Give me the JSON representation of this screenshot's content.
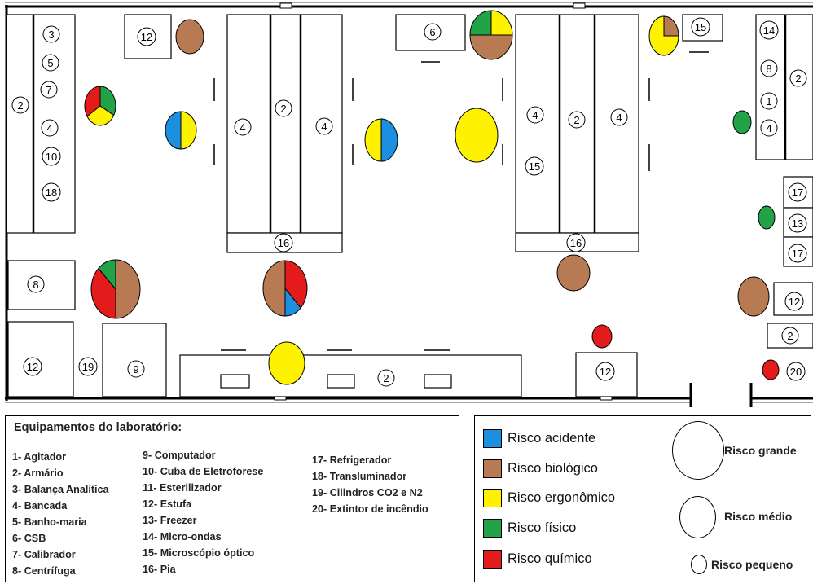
{
  "legend_equipment": {
    "title": "Equipamentos do laboratório:",
    "col1": [
      "1- Agitador",
      "2- Armário",
      "3- Balança Analítica",
      "4- Bancada",
      "5- Banho-maria",
      "6- CSB",
      "7- Calibrador",
      "8- Centrífuga"
    ],
    "col2": [
      "9- Computador",
      "10- Cuba de Eletroforese",
      "11- Esterilizador",
      "12- Estufa",
      "13- Freezer",
      "14- Micro-ondas",
      "15- Microscópio óptico",
      "16- Pia"
    ],
    "col3": [
      "17- Refrigerador",
      "18- Transluminador",
      "19- Cilindros CO2 e N2",
      "20- Extintor de incêndio"
    ]
  },
  "legend_risk": {
    "types": [
      {
        "label": "Risco acidente",
        "color": "#1C8FE0"
      },
      {
        "label": "Risco biológico",
        "color": "#B87A52"
      },
      {
        "label": "Risco ergonômico",
        "color": "#FFF200"
      },
      {
        "label": "Risco físico",
        "color": "#22A347"
      },
      {
        "label": "Risco químico",
        "color": "#E31B1B"
      }
    ],
    "sizes": {
      "large": "Risco grande",
      "medium": "Risco médio",
      "small": "Risco pequeno"
    }
  },
  "equipment_labels": [
    "3",
    "5",
    "7",
    "4",
    "10",
    "18",
    "2",
    "12",
    "2",
    "4",
    "4",
    "16",
    "6",
    "4",
    "2",
    "4",
    "15",
    "16",
    "15",
    "14",
    "8",
    "1",
    "4",
    "2",
    "17",
    "13",
    "17",
    "8",
    "12",
    "19",
    "12",
    "9",
    "2",
    "12",
    "2",
    "20"
  ]
}
